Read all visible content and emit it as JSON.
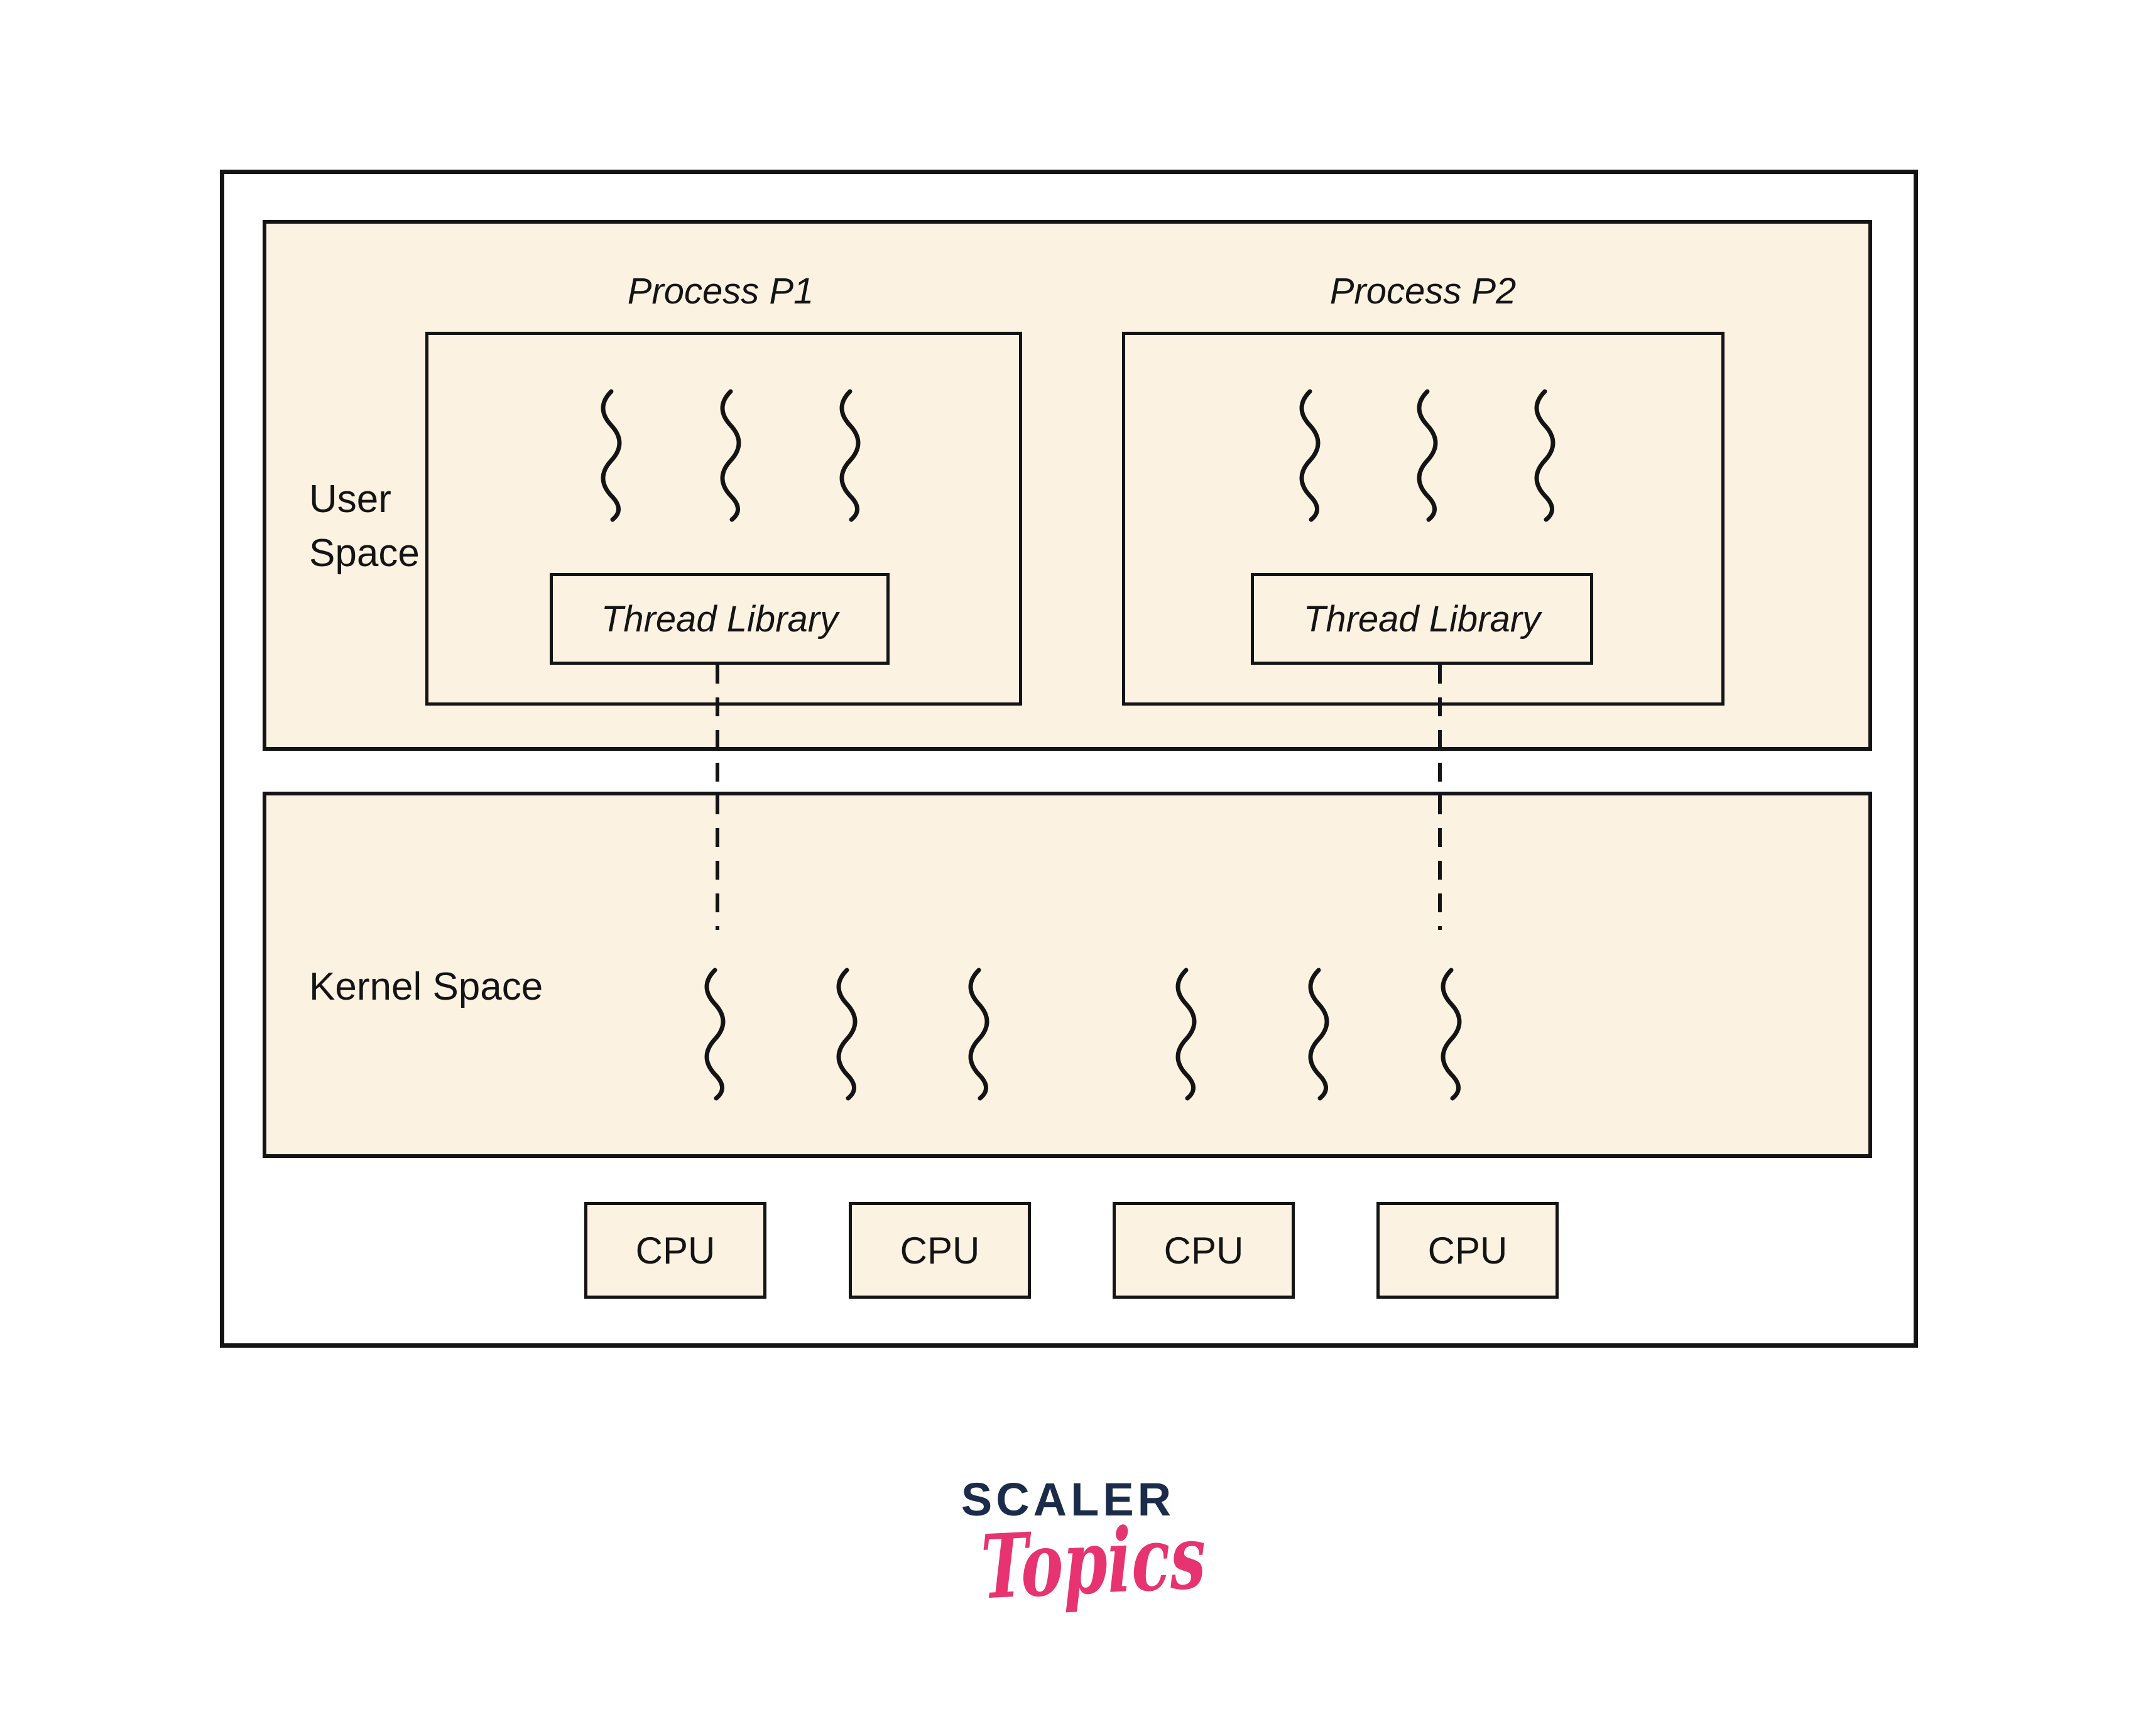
{
  "colors": {
    "region_fill": "#FCF2E2",
    "line": "#141414",
    "logo_navy": "#1B2B4A",
    "logo_pink": "#E7336F",
    "background": "#FFFFFF"
  },
  "labels": {
    "user_space_line1": "User",
    "user_space_line2": "Space",
    "kernel_space": "Kernel Space"
  },
  "processes": [
    {
      "title": "Process P1",
      "library_label": "Thread Library",
      "thread_count": 3
    },
    {
      "title": "Process P2",
      "library_label": "Thread Library",
      "thread_count": 3
    }
  ],
  "kernel": {
    "thread_groups": [
      3,
      3
    ]
  },
  "cpus": [
    {
      "label": "CPU"
    },
    {
      "label": "CPU"
    },
    {
      "label": "CPU"
    },
    {
      "label": "CPU"
    }
  ],
  "logo": {
    "brand": "SCALER",
    "product": "Topics"
  }
}
